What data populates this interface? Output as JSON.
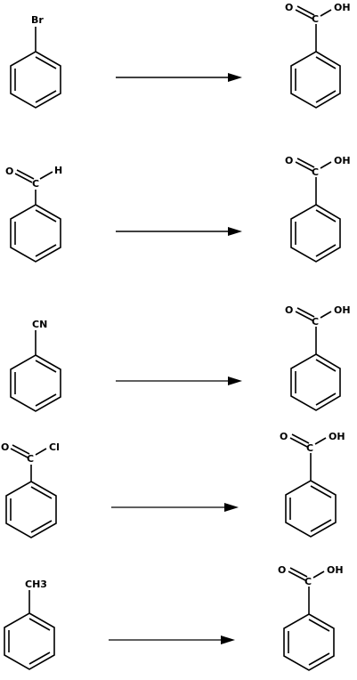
{
  "reactions": [
    {
      "id": "bromobenzene",
      "reactant_label": "Br",
      "product_labels": [
        "O",
        "C",
        "OH"
      ]
    },
    {
      "id": "benzaldehyde",
      "reactant_labels": [
        "O",
        "C",
        "H"
      ],
      "product_labels": [
        "O",
        "C",
        "OH"
      ]
    },
    {
      "id": "benzonitrile",
      "reactant_label": "CN",
      "product_labels": [
        "O",
        "C",
        "OH"
      ]
    },
    {
      "id": "benzoyl-chloride",
      "reactant_labels": [
        "O",
        "C",
        "Cl"
      ],
      "product_labels": [
        "O",
        "C",
        "OH"
      ]
    },
    {
      "id": "toluene",
      "reactant_label": "CH3",
      "product_labels": [
        "O",
        "C",
        "OH"
      ]
    }
  ]
}
